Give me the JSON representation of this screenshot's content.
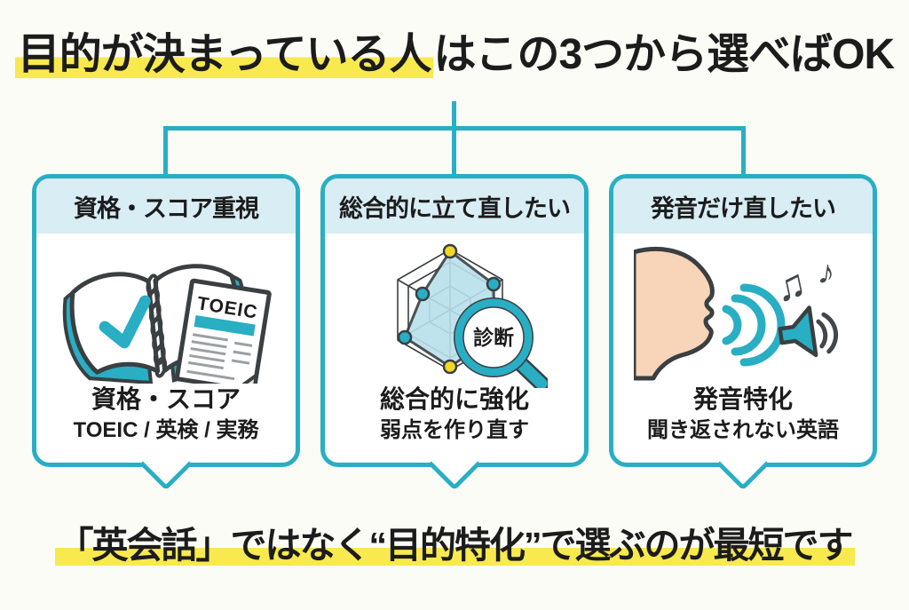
{
  "colors": {
    "bg": "#fcfcf7",
    "ink": "#1c1c1c",
    "teal": "#29aec4",
    "header_bg": "#d8edf4",
    "yellow": "#f8e94e",
    "outline": "#3a3f42",
    "skin": "#f8d4b8",
    "radar_fill": "#b9e0ec",
    "dot_yellow": "#f3d823",
    "note_dark": "#41474b",
    "doc_line": "#9aa0a4"
  },
  "title": {
    "highlight": "目的が決まっている人",
    "rest": "はこの3つから選べばOK"
  },
  "cards": [
    {
      "header": "資格・スコア重視",
      "caption": "資格・スコア",
      "subcaption": "TOEIC / 英検 / 実務",
      "doc_label": "TOEIC"
    },
    {
      "header": "総合的に立て直したい",
      "caption": "総合的に強化",
      "subcaption": "弱点を作り直す",
      "magnifier_label": "診断"
    },
    {
      "header": "発音だけ直したい",
      "caption": "発音特化",
      "subcaption": "聞き返されない英語"
    }
  ],
  "icons": {
    "music_note_single": "♪",
    "music_note_double": "♫"
  },
  "footer": {
    "text": "「英会話」ではなく“目的特化”で選ぶのが最短です"
  }
}
